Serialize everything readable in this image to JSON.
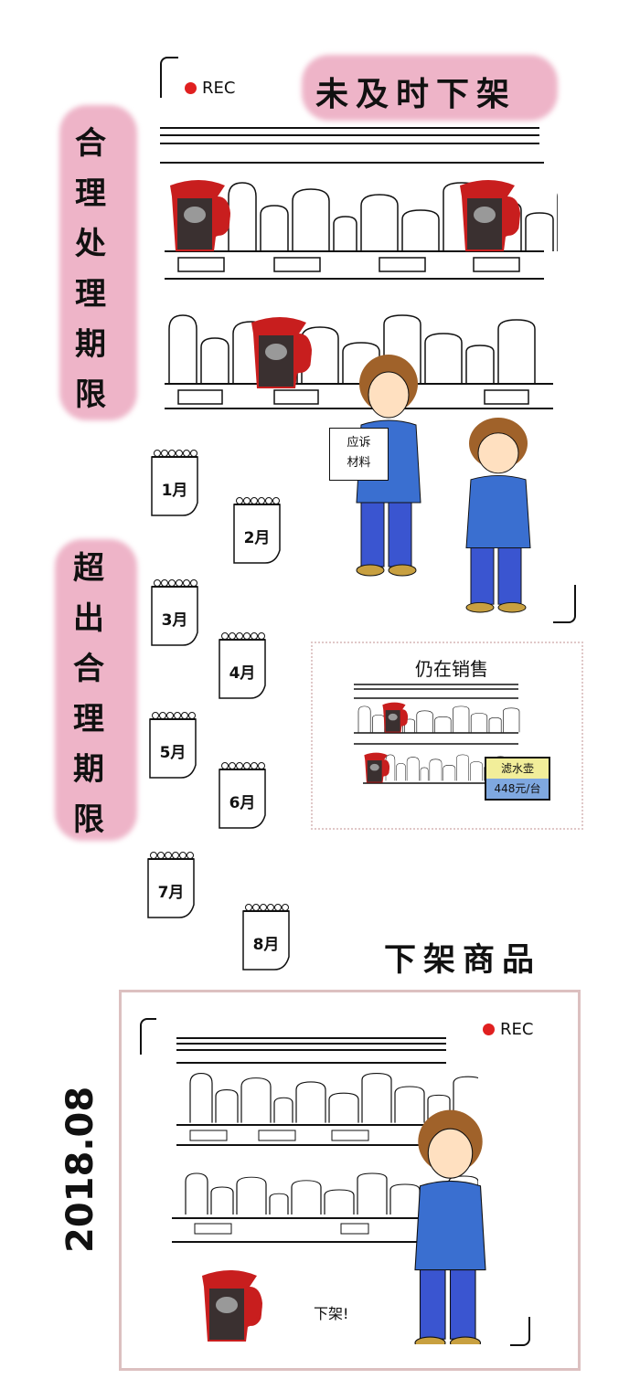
{
  "top_panel": {
    "rec_label": "REC",
    "title": "未及时下架"
  },
  "left_label_1": [
    "合",
    "理",
    "处",
    "理",
    "期",
    "限"
  ],
  "left_label_2": [
    "超",
    "出",
    "合",
    "理",
    "期",
    "限"
  ],
  "document_label": [
    "应诉",
    "材料"
  ],
  "calendar": [
    "1月",
    "2月",
    "3月",
    "4月",
    "5月",
    "6月",
    "7月",
    "8月"
  ],
  "inset": {
    "title": "仍在销售",
    "price_tag": {
      "product": "滤水壶",
      "price": "448元/台"
    },
    "tag_colors": {
      "top": "#f2ee9a",
      "bottom": "#7fa8e0"
    }
  },
  "section_title": "下架商品",
  "bottom_panel": {
    "date": "2018.08",
    "rec_label": "REC",
    "speech": "下架!"
  },
  "colors": {
    "pink": "#eeb4c8",
    "rec": "#e02020",
    "pitcher": "#c81e1e",
    "suit": "#3a6fd0"
  }
}
